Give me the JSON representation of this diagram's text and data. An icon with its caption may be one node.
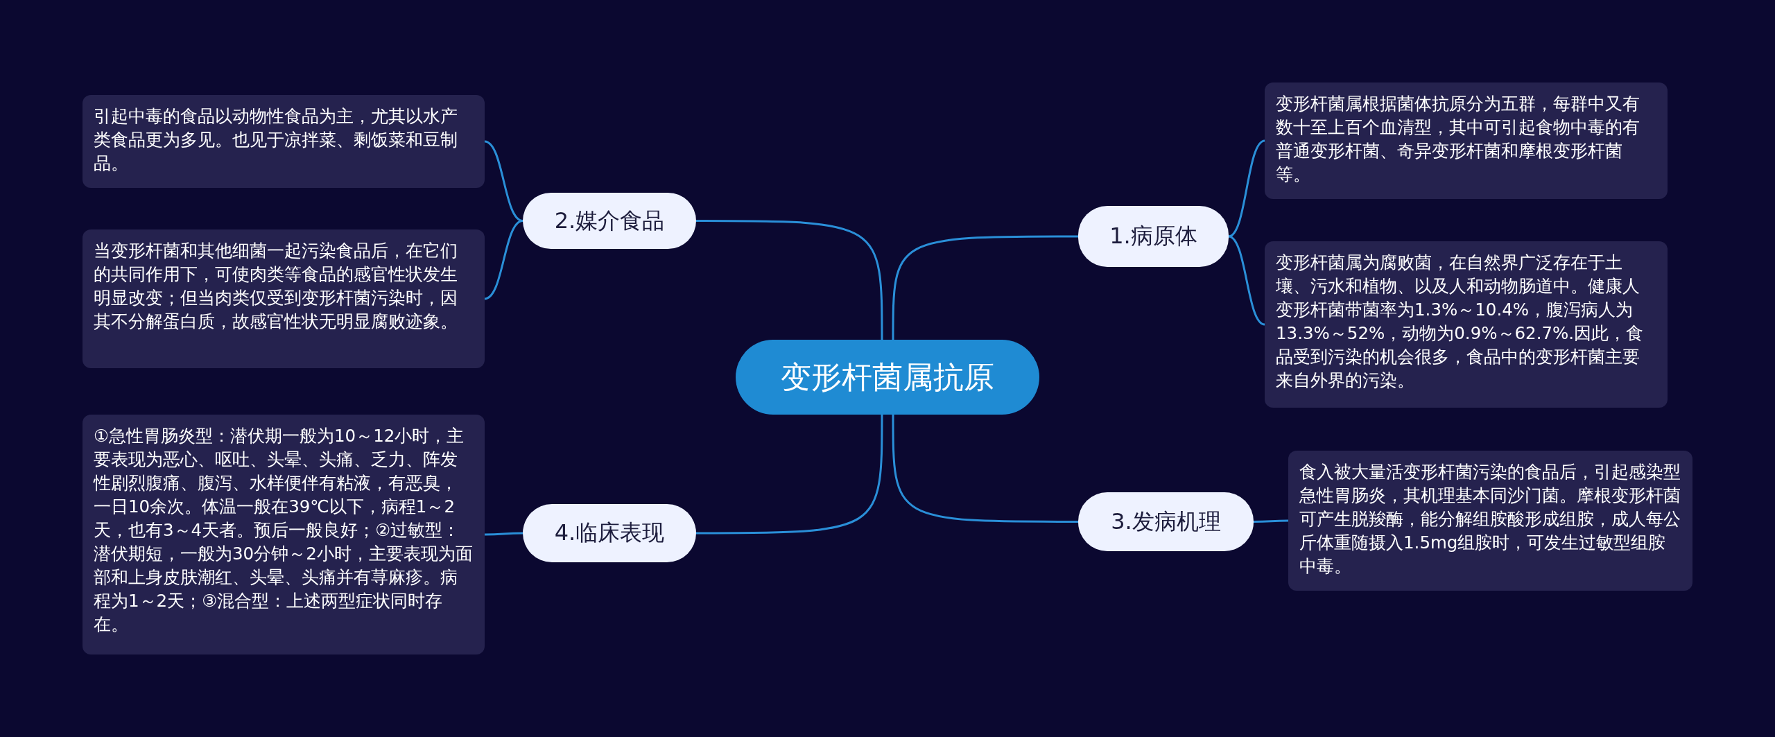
{
  "diagram": {
    "nodes": [
      {
        "text": [
          "变形杆菌属抗原"
        ]
      },
      {
        "text": [
          "1.病原体"
        ]
      },
      {
        "text": [
          "2.媒介食品"
        ]
      },
      {
        "text": [
          "3.发病机理"
        ]
      },
      {
        "text": [
          "4.临床表现"
        ]
      },
      {
        "text": [
          "变形杆菌属根据菌体抗原分为五群，每群中又有数十至上百个血清型，其中可引起食物中毒的有普通变形杆菌、奇异变形杆菌和摩根变形杆菌等。"
        ]
      },
      {
        "text": [
          "变形杆菌属为腐败菌，在自然界广泛存在于土壤、污水和植物、以及人和动物肠道中。健康人变形杆菌带菌率为1.3%～10.4%，腹泻病人为13.3%～52%，动物为0.9%～62.7%.因此，食品受到污染的机会很多，食品中的变形杆菌主要来自外界的污染。"
        ]
      },
      {
        "text": [
          "引起中毒的食品以动物性食品为主，尤其以水产类食品更为多见。也见于凉拌菜、剩饭菜和豆制品。"
        ]
      },
      {
        "text": [
          "当变形杆菌和其他细菌一起污染食品后，在它们的共同作用下，可使肉类等食品的感官性状发生明显改变；但当肉类仅受到变形杆菌污染时，因其不分解蛋白质，故感官性状无明显腐败迹象。"
        ]
      },
      {
        "text": [
          "①急性胃肠炎型：潜伏期一般为10～12小时，主要表现为恶心、呕吐、头晕、头痛、乏力、阵发性剧烈腹痛、腹泻、水样便伴有粘液，有恶臭，一日10余次。体温一般在39℃以下，病程1～2天，也有3～4天者。预后一般良好；②过敏型：潜伏期短，一般为30分钟～2小时，主要表现为面部和上身皮肤潮红、头晕、头痛并有荨麻疹。病程为1～2天；③混合型：上述两型症状同时存在。"
        ]
      },
      {
        "text": [
          "食入被大量活变形杆菌污染的食品后，引起感染型急性胃肠炎，其机理基本同沙门菌。摩根变形杆菌可产生脱羧酶，能分解组胺酸形成组胺，成人每公斤体重随摄入1.5mg组胺时，可发生过敏型组胺中毒。"
        ]
      }
    ],
    "edges": [
      {
        "from": 0,
        "to": 1,
        "arrow": "none"
      },
      {
        "from": 0,
        "to": 2,
        "arrow": "none"
      },
      {
        "from": 0,
        "to": 3,
        "arrow": "none"
      },
      {
        "from": 0,
        "to": 4,
        "arrow": "none"
      },
      {
        "from": 1,
        "to": 5,
        "arrow": "none"
      },
      {
        "from": 1,
        "to": 6,
        "arrow": "none"
      },
      {
        "from": 2,
        "to": 7,
        "arrow": "none"
      },
      {
        "from": 2,
        "to": 8,
        "arrow": "none"
      },
      {
        "from": 3,
        "to": 10,
        "arrow": "none"
      },
      {
        "from": 4,
        "to": 9,
        "arrow": "none"
      }
    ]
  }
}
